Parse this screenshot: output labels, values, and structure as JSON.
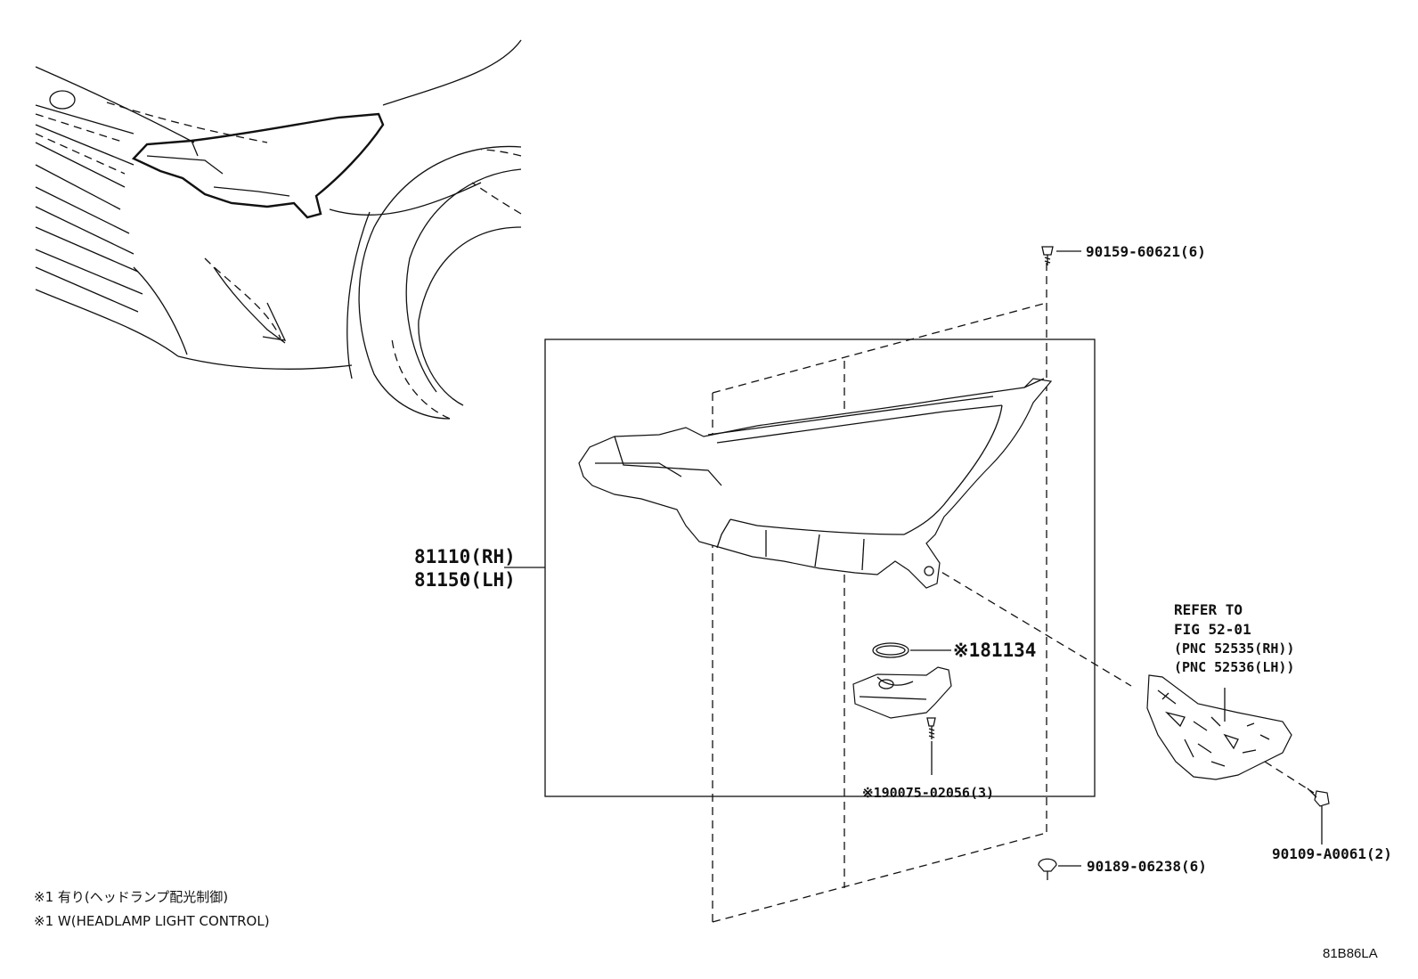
{
  "labels": {
    "screw_top": "90159-60621(6)",
    "headlamp_rh": "81110(RH)",
    "headlamp_lh": "81150(LH)",
    "gasket": "※181134",
    "screw_mid": "※190075-02056(3)",
    "screw_bottom": "90189-06238(6)",
    "refer_line1": "REFER TO",
    "refer_line2": "FIG 52-01",
    "refer_line3": "(PNC 52535(RH))",
    "refer_line4": "(PNC 52536(LH))",
    "bolt_right": "90109-A0061(2)"
  },
  "notes": {
    "note_jp": "※1 有り(ヘッドランプ配光制御)",
    "note_en": "※1 W(HEADLAMP LIGHT CONTROL)"
  },
  "diagram_code": "81B86LA"
}
